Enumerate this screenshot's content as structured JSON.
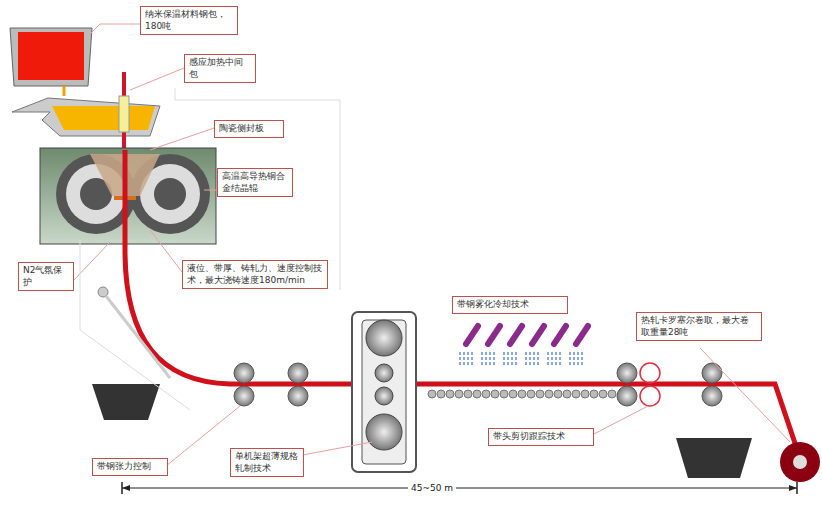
{
  "diagram": {
    "nodes": [
      {
        "text": [
          "纳米保温材料钢包，180吨"
        ]
      },
      {
        "text": [
          "感应加热中间包"
        ]
      },
      {
        "text": [
          "陶瓷侧封板"
        ]
      },
      {
        "text": [
          "高温高导热铜合金结晶辊"
        ]
      },
      {
        "text": [
          "N2气氛保护"
        ]
      },
      {
        "text": [
          "液位、带厚、铸轧力、速度控制技术，最大浇铸速度180m/min"
        ]
      },
      {
        "text": [
          "带钢雾化冷却技术"
        ]
      },
      {
        "text": [
          "热轧卡罗塞尔卷取，最大卷取重量28吨"
        ]
      },
      {
        "text": [
          "带头剪切跟踪技术"
        ]
      },
      {
        "text": [
          "带钢张力控制"
        ]
      },
      {
        "text": [
          "单机架超薄规格轧制技术"
        ]
      }
    ],
    "labels": [
      "45~50 m"
    ]
  }
}
